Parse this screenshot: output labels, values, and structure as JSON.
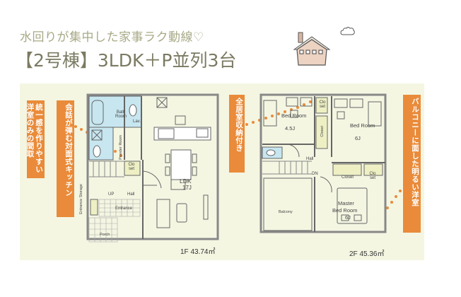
{
  "header": {
    "subtitle": "水回りが集中した家事ラク動線♡",
    "title": "【2号棟】3LDK＋P並列3台"
  },
  "icons": {
    "house": "house-icon",
    "cloud": "cloud-icon"
  },
  "colors": {
    "panel_bg": "#f4f6e2",
    "accent_orange": "#e98b3a",
    "wet_area_blue": "#c7e6f0",
    "closet_yellow": "#eef0c4",
    "title_gray": "#7b7a62",
    "subtitle_gray": "#a8a987",
    "house_fill": "#ecd3c2"
  },
  "notes": [
    {
      "id": "unity-rooms",
      "text": "統一感を作りやすい洋室のみの間取"
    },
    {
      "id": "kitchen",
      "text": "会話が弾む対面式キッチン"
    },
    {
      "id": "storage",
      "text": "全居室収納付き"
    },
    {
      "id": "balcony-room",
      "text": "バルコニーに面した明るい洋室"
    }
  ],
  "floor1": {
    "area": "1F 43.74㎡",
    "rooms": {
      "bath": "Bath Room",
      "lav": "Lav.",
      "powder": "Powder Room",
      "closet": "Clo set",
      "up": "UP",
      "hall": "Hall",
      "entrance": "Entrance",
      "entrance_storage": "Entrance Storage",
      "porch": "Porch",
      "ldk": "LDK",
      "ldk_size": "17J"
    }
  },
  "floor2": {
    "area": "2F 45.36㎡",
    "rooms": {
      "bed1": "Bed Room",
      "bed1_size": "4.5J",
      "bed1_closet": "Clo set",
      "closet_vertical": "Closet",
      "bed2": "Bed Room",
      "bed2_size": "6J",
      "hall": "Hall",
      "dn": "DN",
      "closet": "Closet",
      "master_closet": "Clo set",
      "balcony": "Balcony",
      "master": "Master",
      "master2": "Bed Room",
      "master_size": "6J"
    }
  }
}
